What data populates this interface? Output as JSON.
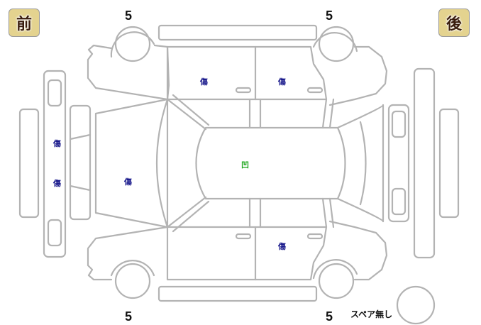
{
  "labels": {
    "front": "前",
    "rear": "後",
    "spare": "スペア無し"
  },
  "tread_depths": {
    "front_left_top": "5",
    "rear_left_top": "5",
    "front_right_bottom": "5",
    "rear_right_bottom": "5"
  },
  "damage_marks": [
    {
      "id": "front-door-top",
      "symbol": "傷",
      "meaning": "scratch"
    },
    {
      "id": "rear-door-top",
      "symbol": "傷",
      "meaning": "scratch"
    },
    {
      "id": "front-bumper-upper",
      "symbol": "傷",
      "meaning": "scratch"
    },
    {
      "id": "front-bumper-lower",
      "symbol": "傷",
      "meaning": "scratch"
    },
    {
      "id": "hood",
      "symbol": "傷",
      "meaning": "scratch"
    },
    {
      "id": "roof",
      "symbol": "凹",
      "meaning": "dent"
    },
    {
      "id": "rear-door-bottom",
      "symbol": "傷",
      "meaning": "scratch"
    }
  ],
  "colors": {
    "badge_bg": "#e4d38f",
    "badge_text": "#3a1d0e",
    "outline": "#b3b3b3",
    "scratch_mark": "#1a1a8c",
    "dent_mark": "#1aa51a"
  }
}
